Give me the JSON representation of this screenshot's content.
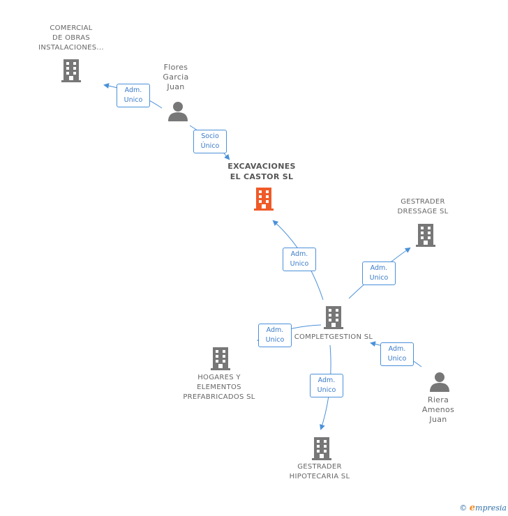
{
  "nodes": {
    "comercial": "COMERCIAL\nDE OBRAS\nINSTALACIONES...",
    "flores": "Flores\nGarcia\nJuan",
    "excavaciones": "EXCAVACIONES\nEL CASTOR SL",
    "gestrader_dressage": "GESTRADER\nDRESSAGE SL",
    "completgestion": "COMPLETGESTION SL",
    "hogares": "HOGARES Y\nELEMENTOS\nPREFABRICADOS SL",
    "riera": "Riera\nAmenos\nJuan",
    "gestrader_hipotecaria": "GESTRADER\nHIPOTECARIA SL"
  },
  "edges": {
    "e1": {
      "line1": "Adm.",
      "line2": "Unico"
    },
    "e2": {
      "line1": "Socio",
      "line2": "Único"
    },
    "e3": {
      "line1": "Adm.",
      "line2": "Unico"
    },
    "e4": {
      "line1": "Adm.",
      "line2": "Unico"
    },
    "e5": {
      "line1": "Adm.",
      "line2": "Unico"
    },
    "e6": {
      "line1": "Adm.",
      "line2": "Unico"
    },
    "e7": {
      "line1": "Adm.",
      "line2": "Unico"
    }
  },
  "colors": {
    "building": "#777777",
    "building_highlight": "#f05a28",
    "person": "#777777",
    "edge": "#4a90d9"
  },
  "footer": {
    "copyright": "©",
    "brand_initial": "e",
    "brand_rest": "mpresia"
  }
}
